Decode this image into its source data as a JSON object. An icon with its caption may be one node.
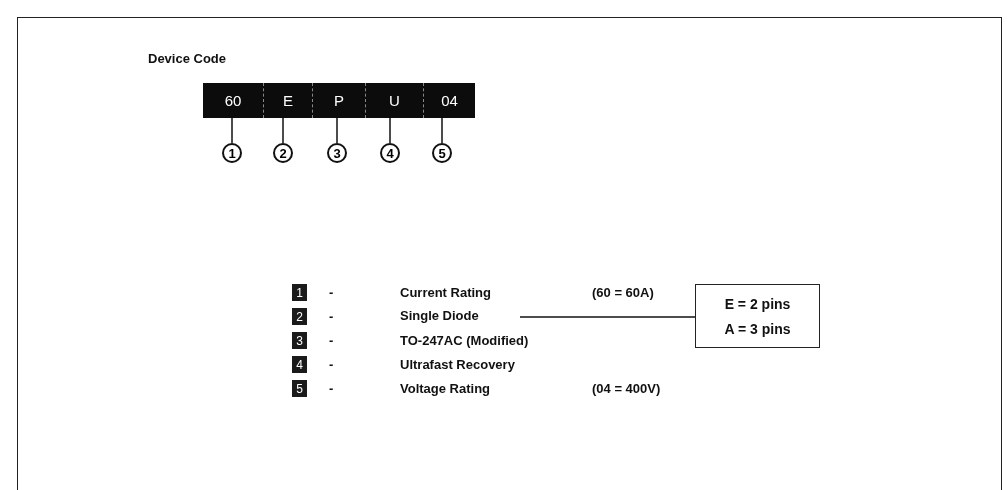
{
  "diagram": {
    "title": "Device Code",
    "nodes": [
      {
        "text": [
          "60"
        ]
      },
      {
        "text": [
          "E"
        ]
      },
      {
        "text": [
          "P"
        ]
      },
      {
        "text": [
          "U"
        ]
      },
      {
        "text": [
          "04"
        ]
      },
      {
        "text": [
          "1"
        ]
      },
      {
        "text": [
          "2"
        ]
      },
      {
        "text": [
          "3"
        ]
      },
      {
        "text": [
          "4"
        ]
      },
      {
        "text": [
          "5"
        ]
      },
      {
        "text": [
          "Single Diode"
        ]
      },
      {
        "text": [
          "E = 2 pins",
          "A = 3 pins"
        ]
      }
    ],
    "edges": [
      {
        "from": 0,
        "to": 5,
        "arrow": "none"
      },
      {
        "from": 1,
        "to": 6,
        "arrow": "none"
      },
      {
        "from": 2,
        "to": 7,
        "arrow": "none"
      },
      {
        "from": 3,
        "to": 8,
        "arrow": "none"
      },
      {
        "from": 4,
        "to": 9,
        "arrow": "none"
      },
      {
        "from": 10,
        "to": 11,
        "arrow": "none"
      }
    ],
    "labels": [
      "1",
      "-",
      "Current Rating",
      "(60 = 60A)",
      "2",
      "-",
      "3",
      "-",
      "TO-247AC (Modified)",
      "4",
      "-",
      "Ultrafast Recovery",
      "5",
      "-",
      "Voltage Rating",
      "(04 = 400V)"
    ]
  }
}
